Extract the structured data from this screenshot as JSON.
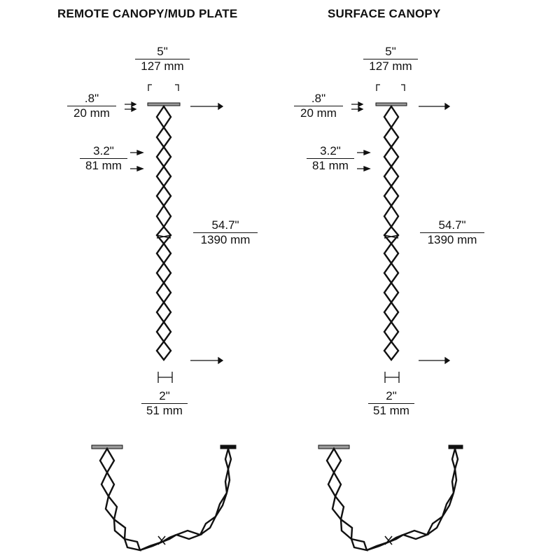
{
  "panels": [
    {
      "title": "REMOTE CANOPY/MUD PLATE",
      "canopy_width": {
        "in": "5\"",
        "mm": "127 mm"
      },
      "canopy_height": {
        "in": ".8\"",
        "mm": "20 mm"
      },
      "link_length": {
        "in": "3.2\"",
        "mm": "81 mm"
      },
      "overall_length": {
        "in": "54.7\"",
        "mm": "1390 mm"
      },
      "link_width": {
        "in": "2\"",
        "mm": "51 mm"
      }
    },
    {
      "title": "SURFACE CANOPY",
      "canopy_width": {
        "in": "5\"",
        "mm": "127 mm"
      },
      "canopy_height": {
        "in": ".8\"",
        "mm": "20 mm"
      },
      "link_length": {
        "in": "3.2\"",
        "mm": "81 mm"
      },
      "overall_length": {
        "in": "54.7\"",
        "mm": "1390 mm"
      },
      "link_width": {
        "in": "2\"",
        "mm": "51 mm"
      }
    }
  ],
  "colors": {
    "line": "#111111",
    "canopy": "#999999",
    "background": "#ffffff"
  }
}
